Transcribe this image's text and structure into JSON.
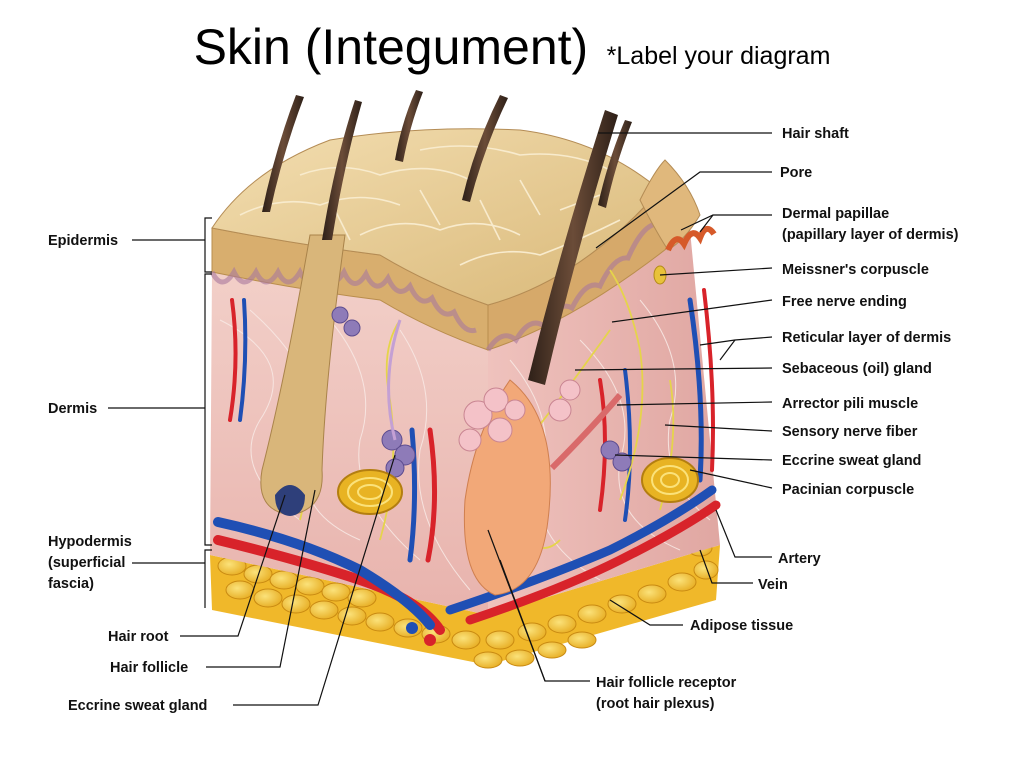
{
  "title": "Skin (Integument)",
  "subtitle": "*Label your diagram",
  "labels": {
    "hair_shaft": "Hair shaft",
    "pore": "Pore",
    "dermal_papillae_1": "Dermal papillae",
    "dermal_papillae_2": "(papillary layer of dermis)",
    "meissners_corpuscle": "Meissner's corpuscle",
    "free_nerve_ending": "Free nerve ending",
    "reticular_layer": "Reticular layer of dermis",
    "sebaceous_gland": "Sebaceous (oil) gland",
    "arrector_pili": "Arrector pili muscle",
    "sensory_nerve": "Sensory nerve fiber",
    "eccrine_right": "Eccrine sweat gland",
    "pacinian": "Pacinian corpuscle",
    "artery": "Artery",
    "vein": "Vein",
    "adipose": "Adipose tissue",
    "hair_follicle_receptor_1": "Hair follicle receptor",
    "hair_follicle_receptor_2": "(root hair plexus)",
    "epidermis": "Epidermis",
    "dermis": "Dermis",
    "hypodermis_1": "Hypodermis",
    "hypodermis_2": "(superficial",
    "hypodermis_3": "fascia)",
    "hair_root": "Hair root",
    "hair_follicle": "Hair follicle",
    "eccrine_bottom": "Eccrine sweat gland"
  },
  "colors": {
    "epidermis_top": "#e2c58f",
    "dermis": "#f0c7c2",
    "adipose": "#f4c430",
    "artery": "#d8232a",
    "vein": "#1f4fb4",
    "hair": "#4a3325",
    "nerve": "#e5d44a"
  }
}
